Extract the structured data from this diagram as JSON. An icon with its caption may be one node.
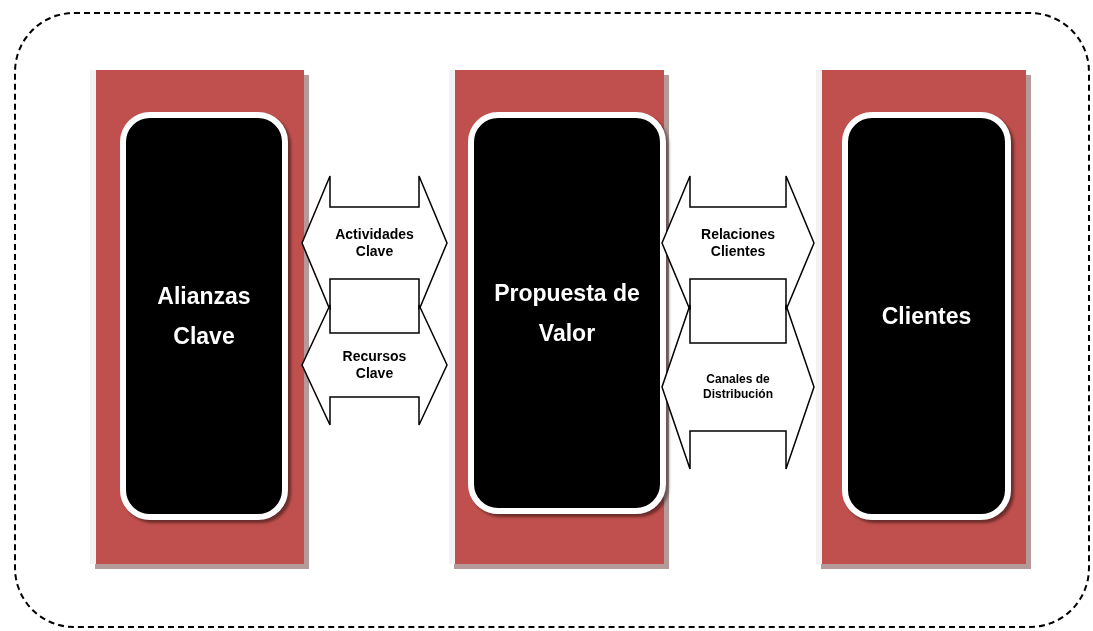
{
  "diagram": {
    "nodes": [
      {
        "text": [],
        "shape": "box"
      },
      {
        "text": [],
        "shape": "box",
        "in": 0
      },
      {
        "text": [
          "Alianzas Clave"
        ],
        "in": 1
      },
      {
        "text": [],
        "shape": "box",
        "in": 0
      },
      {
        "text": [
          "Propuesta de Valor"
        ],
        "in": 3
      },
      {
        "text": [],
        "shape": "box",
        "in": 0
      },
      {
        "text": [
          "Clientes"
        ],
        "in": 5
      }
    ],
    "edges": [
      {
        "from": 1,
        "to": 3,
        "arrow": "both",
        "label": "Actividades Clave"
      },
      {
        "from": 1,
        "to": 3,
        "arrow": "both",
        "label": "Recursos Clave"
      },
      {
        "from": 3,
        "to": 5,
        "arrow": "both",
        "label": "Relaciones Clientes"
      },
      {
        "from": 3,
        "to": 5,
        "arrow": "both",
        "label": "Canales de Distribución"
      }
    ]
  }
}
